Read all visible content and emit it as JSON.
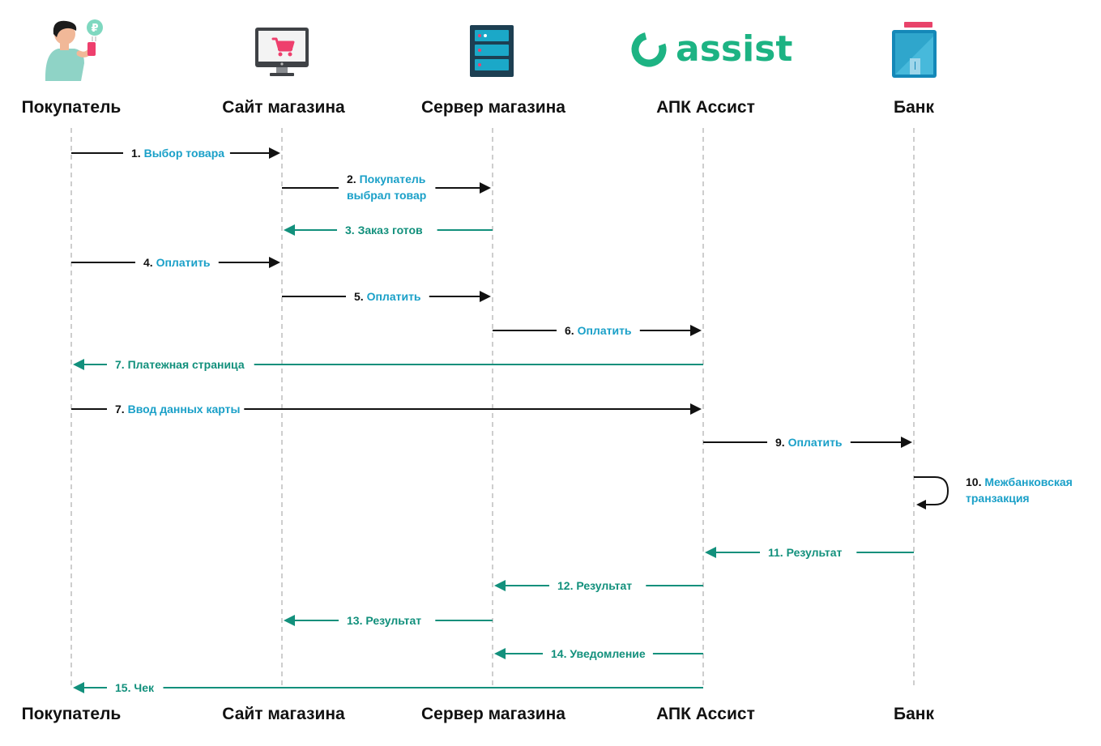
{
  "colors": {
    "text_accent": "#1aa0c8",
    "forward_arrow": "#111111",
    "return_arrow": "#12907c",
    "lifeline": "#b9b9b9",
    "logo_green": "#1db383",
    "bank_blue": "#1488b8",
    "bank_red": "#e8436a",
    "cart_pink": "#ee3f6d"
  },
  "logo": {
    "text": "assist"
  },
  "actors": [
    {
      "id": "buyer",
      "label": "Покупатель",
      "icon": "person-with-phone-icon"
    },
    {
      "id": "site",
      "label": "Сайт магазина",
      "icon": "monitor-cart-icon"
    },
    {
      "id": "server",
      "label": "Сервер магазина",
      "icon": "server-rack-icon"
    },
    {
      "id": "apk",
      "label": "АПК Ассист",
      "icon": "assist-logo-icon"
    },
    {
      "id": "bank",
      "label": "Банк",
      "icon": "bank-building-icon"
    }
  ],
  "messages": [
    {
      "num": "1.",
      "lines": [
        "Выбор товара"
      ],
      "from": "buyer",
      "to": "site",
      "kind": "forward"
    },
    {
      "num": "2.",
      "lines": [
        "Покупатель",
        "выбрал товар"
      ],
      "from": "site",
      "to": "server",
      "kind": "forward"
    },
    {
      "num": "3.",
      "lines": [
        "Заказ готов"
      ],
      "from": "server",
      "to": "site",
      "kind": "return"
    },
    {
      "num": "4.",
      "lines": [
        "Оплатить"
      ],
      "from": "buyer",
      "to": "site",
      "kind": "forward"
    },
    {
      "num": "5.",
      "lines": [
        "Оплатить"
      ],
      "from": "site",
      "to": "server",
      "kind": "forward"
    },
    {
      "num": "6.",
      "lines": [
        "Оплатить"
      ],
      "from": "server",
      "to": "apk",
      "kind": "forward"
    },
    {
      "num": "7.",
      "lines": [
        "Платежная страница"
      ],
      "from": "apk",
      "to": "buyer",
      "kind": "return"
    },
    {
      "num": "7.",
      "lines": [
        "Ввод данных карты"
      ],
      "from": "buyer",
      "to": "apk",
      "kind": "forward"
    },
    {
      "num": "9.",
      "lines": [
        "Оплатить"
      ],
      "from": "apk",
      "to": "bank",
      "kind": "forward"
    },
    {
      "num": "10.",
      "lines": [
        "Межбанковская",
        "транзакция"
      ],
      "from": "bank",
      "to": "bank",
      "kind": "self"
    },
    {
      "num": "11.",
      "lines": [
        "Результат"
      ],
      "from": "bank",
      "to": "apk",
      "kind": "return"
    },
    {
      "num": "12.",
      "lines": [
        "Результат"
      ],
      "from": "apk",
      "to": "server",
      "kind": "return"
    },
    {
      "num": "13.",
      "lines": [
        "Результат"
      ],
      "from": "server",
      "to": "site",
      "kind": "return"
    },
    {
      "num": "14.",
      "lines": [
        "Уведомление"
      ],
      "from": "apk",
      "to": "server",
      "kind": "return"
    },
    {
      "num": "15.",
      "lines": [
        "Чек"
      ],
      "from": "apk",
      "to": "buyer",
      "kind": "return"
    }
  ]
}
